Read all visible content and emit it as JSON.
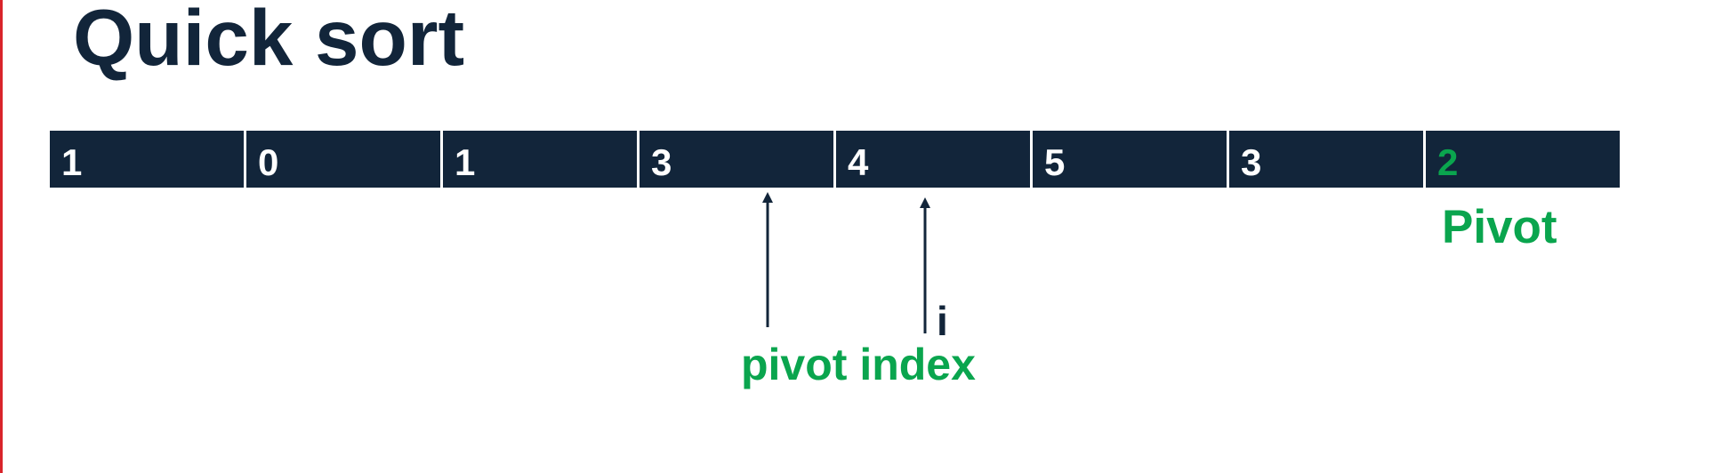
{
  "title": "Quick sort",
  "array": {
    "cells": [
      {
        "value": "1",
        "is_pivot": false
      },
      {
        "value": "0",
        "is_pivot": false
      },
      {
        "value": "1",
        "is_pivot": false
      },
      {
        "value": "3",
        "is_pivot": false
      },
      {
        "value": "4",
        "is_pivot": false
      },
      {
        "value": "5",
        "is_pivot": false
      },
      {
        "value": "3",
        "is_pivot": false
      },
      {
        "value": "2",
        "is_pivot": true
      }
    ]
  },
  "labels": {
    "pivot": "Pivot",
    "pivot_index": "pivot index",
    "i": "i"
  },
  "pointers": {
    "pivot_index_cell": 3,
    "i_cell": 4
  },
  "colors": {
    "dark": "#12253a",
    "green": "#0aa54e",
    "cell_text": "#ffffff",
    "left_edge": "#d9242b"
  }
}
